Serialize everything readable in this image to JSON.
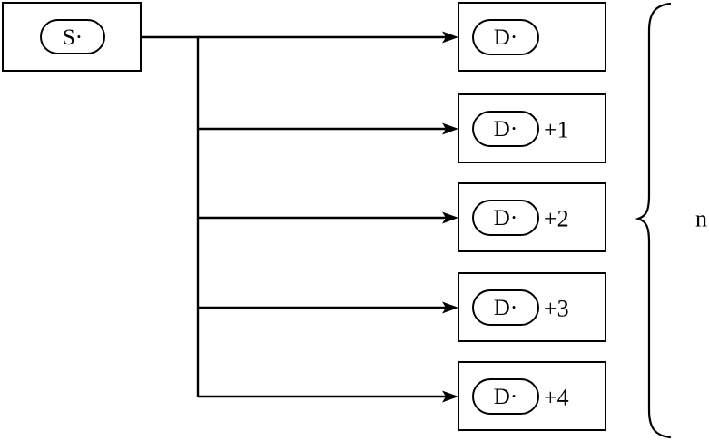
{
  "diagram": {
    "type": "fan-out-broadcast",
    "background_color": "#ffffff",
    "line_color": "#000000",
    "source": {
      "label": "S·",
      "shape": "capsule-in-box"
    },
    "destinations": [
      {
        "label": "D·",
        "suffix": ""
      },
      {
        "label": "D·",
        "suffix": "+1"
      },
      {
        "label": "D·",
        "suffix": "+2"
      },
      {
        "label": "D·",
        "suffix": "+3"
      },
      {
        "label": "D·",
        "suffix": "+4"
      }
    ],
    "group_brace": {
      "label": "n",
      "orientation": "right"
    }
  }
}
